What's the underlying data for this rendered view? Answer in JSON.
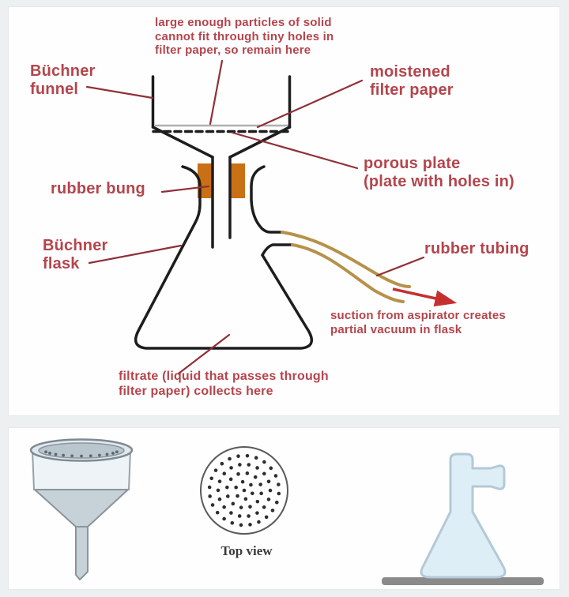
{
  "diagram": {
    "labels": {
      "particles_note": "large enough particles of solid\ncannot fit through tiny holes in\nfilter paper, so remain here",
      "buchner_funnel": "Büchner\nfunnel",
      "moistened_filter_paper": "moistened\nfilter paper",
      "porous_plate": "porous plate\n(plate with holes in)",
      "rubber_bung": "rubber bung",
      "buchner_flask": "Büchner\nflask",
      "rubber_tubing": "rubber tubing",
      "suction_note": "suction from aspirator creates\npartial vacuum in flask",
      "filtrate_note": "filtrate (liquid that passes through\nfilter paper) collects here"
    }
  },
  "bottom_panel": {
    "top_view_label": "Top view"
  },
  "colors": {
    "label_text": "#b4454c",
    "pointer_line": "#8f3038",
    "arrow_red": "#c43030",
    "apparatus_line": "#1d1d1d",
    "bung_orange": "#c96f14",
    "tubing_tan": "#b6914a",
    "filter_paper_gray": "#b0b0b0",
    "glass_blue": "#ddeef7",
    "funnel_gray_blue": "#c6d1d8",
    "bench_gray": "#8a8a8a",
    "plate_dot": "#2e2e2e",
    "rim_hole": "#5d686f"
  }
}
